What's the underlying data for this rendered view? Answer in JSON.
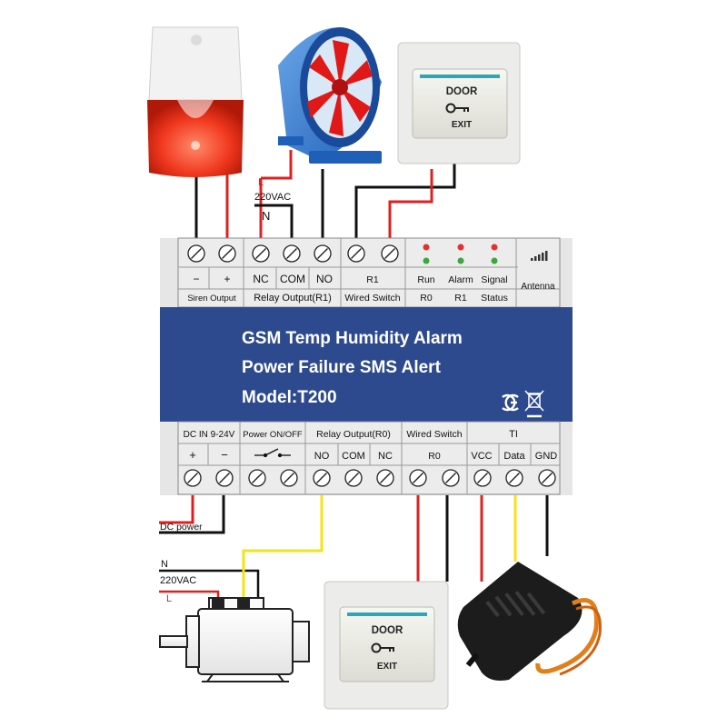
{
  "wiring": {
    "l": "L",
    "vac_top": "220VAC",
    "n_top": "N",
    "dc_power": "DC power",
    "n_bottom": "N",
    "vac_bottom": "220VAC",
    "l_bottom": "L"
  },
  "top_row": {
    "siren_minus": "−",
    "siren_plus": "+",
    "siren_label": "Siren Output",
    "relay_nc": "NC",
    "relay_com": "COM",
    "relay_no": "NO",
    "relay_label": "Relay Output(R1)",
    "r1": "R1",
    "wired_switch": "Wired Switch",
    "led_run": "Run",
    "led_alarm": "Alarm",
    "led_signal": "Signal",
    "led_r0": "R0",
    "led_r1": "R1",
    "led_status": "Status",
    "antenna": "Antenna"
  },
  "title": {
    "line1": "GSM Temp Humidity Alarm",
    "line2": "Power Failure SMS Alert",
    "line3": "Model:T200"
  },
  "bottom_row": {
    "dc_in": "DC IN 9-24V",
    "dc_plus": "+",
    "dc_minus": "−",
    "power_onoff": "Power ON/OFF",
    "relay_label": "Relay Output(R0)",
    "relay_no": "NO",
    "relay_com": "COM",
    "relay_nc": "NC",
    "wired_switch": "Wired Switch",
    "r0": "R0",
    "ti": "TI",
    "vcc": "VCC",
    "data": "Data",
    "gnd": "GND"
  },
  "door_exit": {
    "door": "DOOR",
    "exit": "EXIT"
  },
  "colors": {
    "panel_blue": "#2e4a8f",
    "terminal_gray": "#e6e6e6",
    "wire_red": "#e02020",
    "wire_yellow": "#f5e21a",
    "wire_black": "#111111",
    "led_red": "#e53030",
    "led_green": "#3aa83a"
  },
  "icons": [
    "siren-icon",
    "axial-fan-icon",
    "door-exit-button-icon",
    "motor-icon",
    "temp-humidity-sensor-icon",
    "ce-mark-icon",
    "weee-bin-icon",
    "signal-bars-icon",
    "key-icon"
  ]
}
